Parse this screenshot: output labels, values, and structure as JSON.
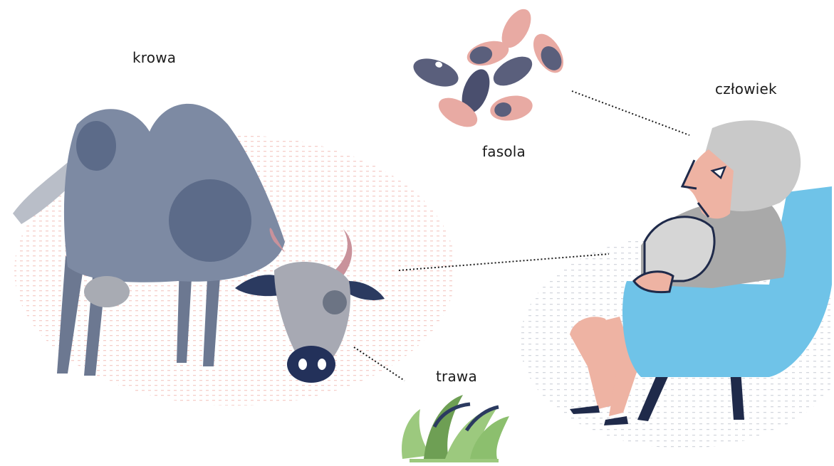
{
  "labels": {
    "cow": "krowa",
    "beans": "fasola",
    "human": "człowiek",
    "grass": "trawa"
  },
  "icons": {
    "cow": "cow-illustration",
    "beans": "beans-illustration",
    "human": "man-in-armchair-illustration",
    "grass": "grass-tuft-illustration"
  },
  "colors": {
    "cow_body": "#7d8aa3",
    "cow_dark": "#36476b",
    "cow_head": "#a7a9b3",
    "bean_pink": "#e8aaa3",
    "bean_dark": "#4a4f6e",
    "chair_blue": "#6fc3e8",
    "skin_pink": "#eeb3a3",
    "grass_green": "#8cbf6e",
    "hair_gray": "#c9c9c9",
    "pasture_pink": "#f4c9c3"
  }
}
